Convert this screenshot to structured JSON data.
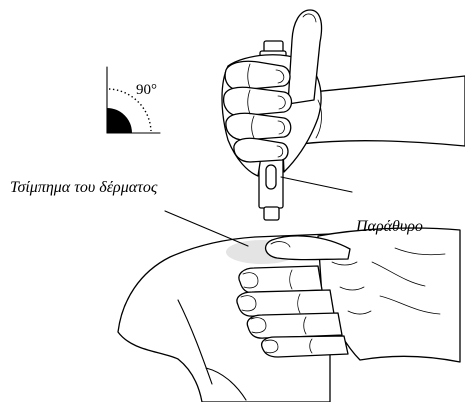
{
  "labels": {
    "angle": "90°",
    "skin_pinch": "Τσίμπημα του δέρματος",
    "window": "Παράθυρο"
  },
  "colors": {
    "line": "#000000",
    "fill": "#ffffff",
    "skin_fold": "#e4e4e4"
  }
}
